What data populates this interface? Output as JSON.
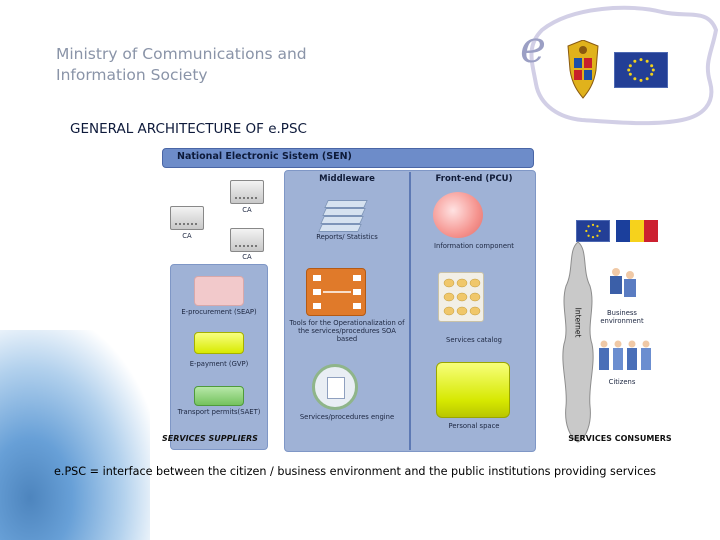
{
  "header": {
    "ministry_line1": "Ministry of Communications and",
    "ministry_line2": "Information Society",
    "title": "GENERAL ARCHITECTURE OF e.PSC"
  },
  "diagram": {
    "sen_title": "National Electronic Sistem (SEN)",
    "middleware_title": "Middleware",
    "frontend_title": "Front-end (PCU)",
    "ca_labels": [
      "CA",
      "CA",
      "CA"
    ],
    "middleware_items": [
      "Reports/ Statistics",
      "Tools for the Operationalization of the services/procedures SOA based",
      "Services/procedures engine"
    ],
    "frontend_items": [
      "Information component",
      "Services catalog",
      "Personal space"
    ],
    "supplier_items": [
      "E-procurement (SEAP)",
      "E-payment (GVP)",
      "Transport permits(SAET)"
    ],
    "internet_label": "Internet",
    "consumer_items": [
      "Business environment",
      "Citizens"
    ],
    "services_suppliers": "SERVICES SUPPLIERS",
    "services_consumers": "SERVICES CONSUMERS"
  },
  "caption": "e.PSC = interface between the citizen / business environment and the public institutions providing services",
  "colors": {
    "panel": "#9fb2d6",
    "panel_border": "#7f97c6",
    "header_bar": "#6d8cc9",
    "ministry_text": "#8a94a8"
  },
  "icons": [
    "e-logo-icon",
    "romania-coat-of-arms-icon",
    "eu-flag-icon",
    "romania-flag-icon",
    "server-icon",
    "people-icon"
  ]
}
